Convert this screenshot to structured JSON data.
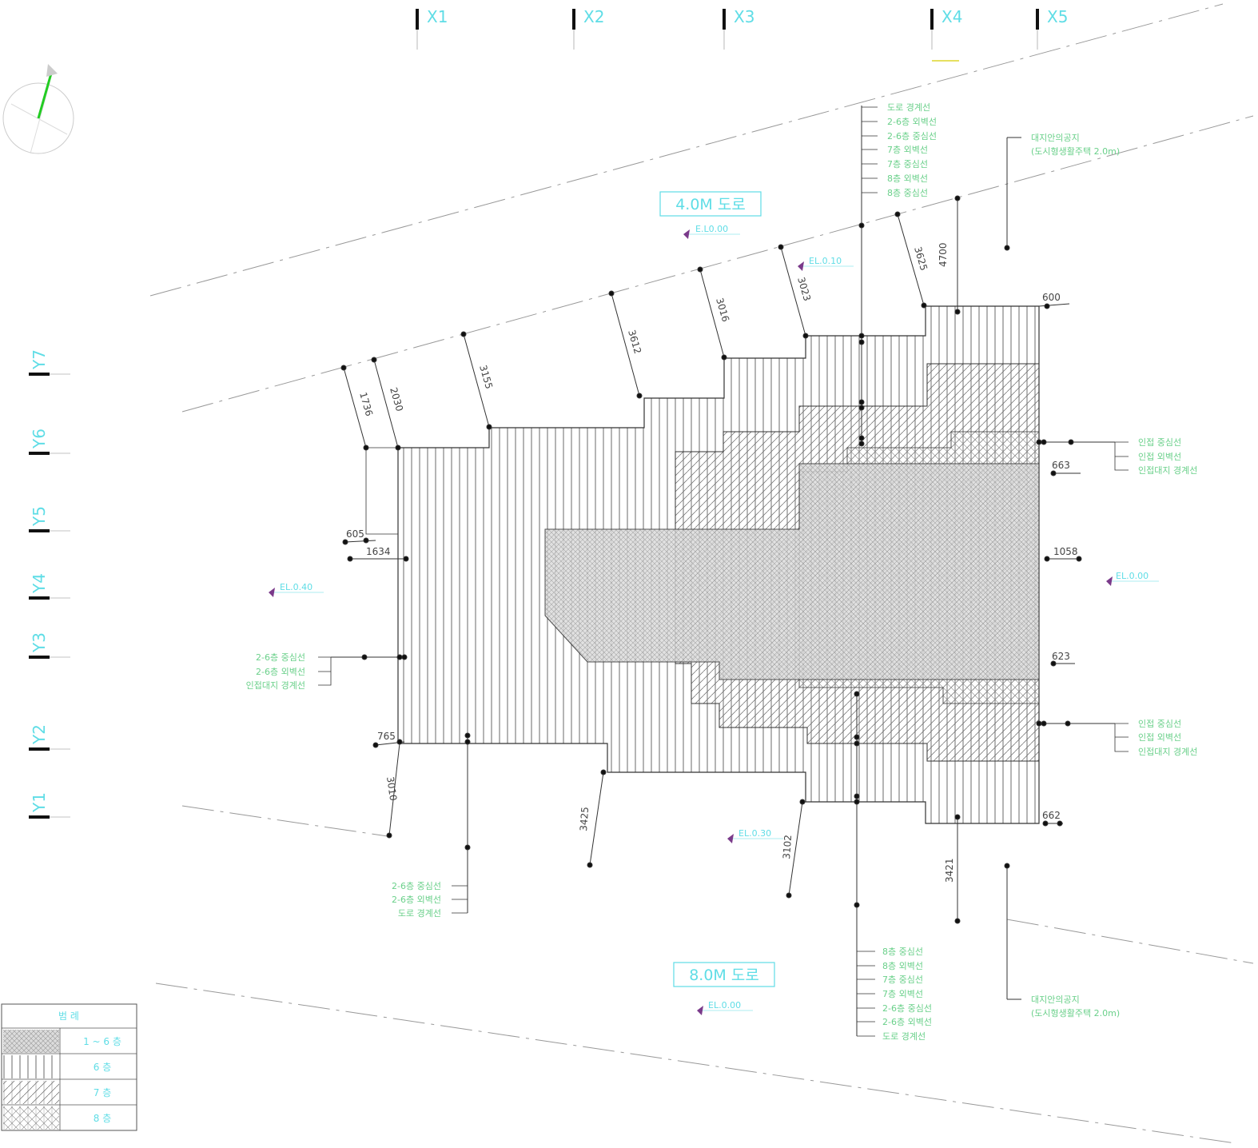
{
  "grid_x": [
    "X1",
    "X2",
    "X3",
    "X4",
    "X5"
  ],
  "grid_y": [
    "Y7",
    "Y6",
    "Y5",
    "Y4",
    "Y3",
    "Y2",
    "Y1"
  ],
  "roads": {
    "top": "4.0M 도로",
    "bottom": "8.0M 도로"
  },
  "levels": {
    "top": "E.L0.00",
    "top_right": "EL.0.10",
    "left": "EL.0.40",
    "right": "EL.0.00",
    "bottom_mid": "EL.0.30",
    "bottom": "EL.0.00"
  },
  "dimensions": {
    "top": [
      "1736",
      "2030",
      "3155",
      "3612",
      "3016",
      "3023",
      "3625",
      "4700"
    ],
    "left": [
      "605",
      "1634",
      "765",
      "3010"
    ],
    "right": [
      "600",
      "663",
      "1058",
      "623",
      "662"
    ],
    "bottom": [
      "3425",
      "3102",
      "3421"
    ]
  },
  "callouts": {
    "top_stack": [
      "도로 경계선",
      "2-6층 외벽선",
      "2-6층 중심선",
      "7층 외벽선",
      "7층 중심선",
      "8층 외벽선",
      "8층 중심선"
    ],
    "top_right": [
      "대지안의공지",
      "(도시형생활주택 2.0m)"
    ],
    "right_upper": [
      "인접 중심선",
      "인접 외벽선",
      "인접대지 경계선"
    ],
    "right_lower": [
      "인접 중심선",
      "인접 외벽선",
      "인접대지 경계선"
    ],
    "left_mid": [
      "2-6층 중심선",
      "2-6층 외벽선",
      "인접대지 경계선"
    ],
    "bottom_left": [
      "2-6층 중심선",
      "2-6층 외벽선",
      "도로 경계선"
    ],
    "bottom_stack": [
      "8층 중심선",
      "8층 외벽선",
      "7층 중심선",
      "7층 외벽선",
      "2-6층 중심선",
      "2-6층 외벽선",
      "도로 경계선"
    ],
    "bottom_right": [
      "대지안의공지",
      "(도시형생활주택 2.0m)"
    ]
  },
  "legend": {
    "title": "범     례",
    "rows": [
      "1 ~ 6 층",
      "6   층",
      "7   층",
      "8   층"
    ]
  },
  "colors": {
    "grid": "#5fdde6",
    "note": "#6ad08a",
    "line": "#444444",
    "north": "#22cc22",
    "level": "#7a3a8a"
  }
}
